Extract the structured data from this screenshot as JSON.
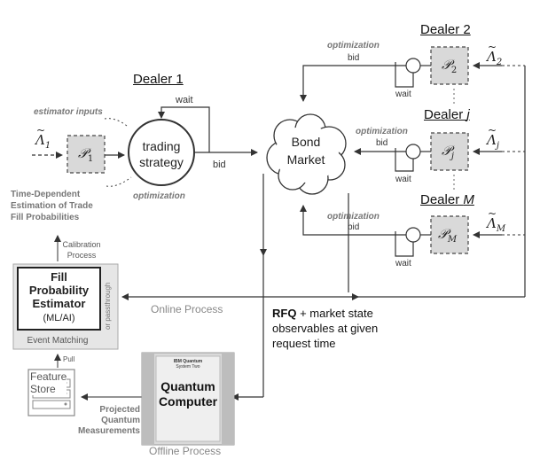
{
  "dealers": {
    "dealer1": "Dealer 1",
    "dealer2": "Dealer 2",
    "dealerj_prefix": "Dealer ",
    "dealerj_var": "j",
    "dealerM_prefix": "Dealer ",
    "dealerM_var": "M"
  },
  "labels": {
    "estimator_inputs": "estimator inputs",
    "optimization": "optimization",
    "wait": "wait",
    "bid": "bid",
    "trading_line1": "trading",
    "trading_line2": "strategy",
    "bond_line1": "Bond",
    "bond_line2": "Market",
    "time_dependent": [
      "Time-Dependent",
      "Estimation of Trade",
      "Fill Probabilities"
    ],
    "calibration": [
      "Calibration",
      "Process"
    ],
    "fill_est": [
      "Fill",
      "Probability",
      "Estimator"
    ],
    "ml_ai": "(ML/AI)",
    "or_passthrough": "or passthrough",
    "event_matching": "Event Matching",
    "pull": "Pull",
    "feature": "Feature",
    "store": "Store",
    "online_process": "Online Process",
    "rfq_bold": "RFQ",
    "rfq_rest": " + market state",
    "rfq_line2": "observables at given",
    "rfq_line3": "request time",
    "ibm": "IBM Quantum",
    "system_two": "System Two",
    "quantum_line1": "Quantum",
    "quantum_line2": "Computer",
    "projected": [
      "Projected",
      "Quantum",
      "Measurements"
    ],
    "offline_process": "Offline Process"
  },
  "math": {
    "lambda1_sub": "1",
    "lambda2_sub": "2",
    "lambdaj_sub": "j",
    "lambdaM_sub": "M",
    "p1_sub": "1",
    "p2_sub": "2",
    "pj_sub": "j",
    "pM_sub": "M"
  },
  "colors": {
    "box_fill": "#d9d9d9",
    "panel_fill": "#e6e6e6",
    "line": "#333333",
    "grey_text": "#777777"
  }
}
